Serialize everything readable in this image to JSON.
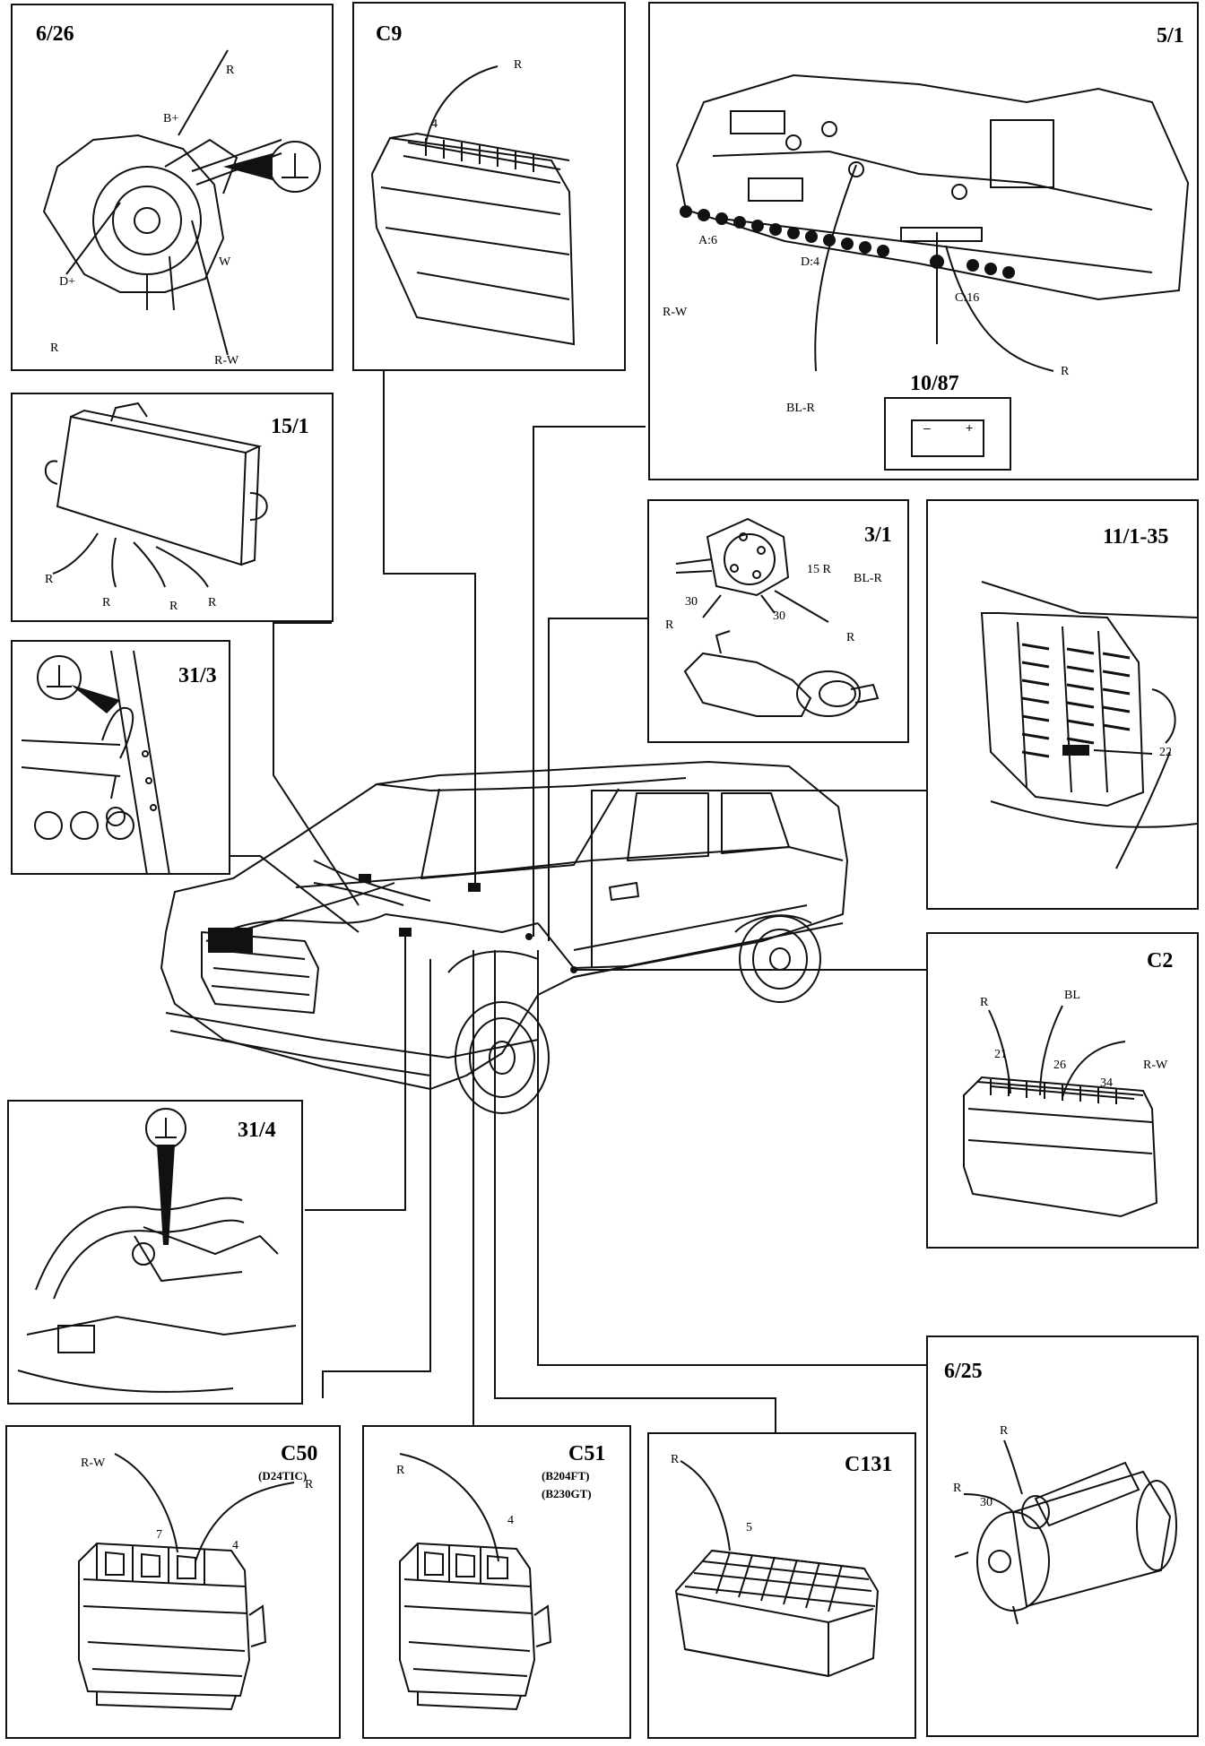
{
  "panels": {
    "p626": {
      "title": "6/26",
      "labels": {
        "r_top": "R",
        "bplus": "B+",
        "dplus": "D+",
        "w": "W",
        "r_bottom": "R",
        "rw": "R-W"
      }
    },
    "pc9": {
      "title": "C9",
      "labels": {
        "r": "R",
        "pin": "4"
      }
    },
    "p51": {
      "title": "5/1",
      "sub": "10/87",
      "labels": {
        "a6": "A:6",
        "d4": "D:4",
        "c16": "C:16",
        "rw": "R-W",
        "blr": "BL-R",
        "r": "R"
      }
    },
    "p151": {
      "title": "15/1",
      "labels": {
        "r1": "R",
        "r2": "R",
        "r3": "R",
        "r4": "R"
      }
    },
    "p313": {
      "title": "31/3"
    },
    "p31": {
      "title": "3/1",
      "labels": {
        "p15r": "15 R",
        "blr": "BL-R",
        "p30a": "30",
        "p30b": "30",
        "r_left": "R",
        "r_right": "R"
      }
    },
    "p1135": {
      "title": "11/1-35",
      "labels": {
        "pin": "22"
      }
    },
    "pc2": {
      "title": "C2",
      "labels": {
        "r": "R",
        "bl": "BL",
        "p21": "21",
        "p26": "26",
        "p34": "34",
        "rw": "R-W"
      }
    },
    "p314": {
      "title": "31/4"
    },
    "p625": {
      "title": "6/25",
      "labels": {
        "r_top": "R",
        "r_left": "R",
        "p30": "30"
      }
    },
    "pc50": {
      "title": "C50",
      "sub": "(D24TIC)",
      "labels": {
        "rw": "R-W",
        "r": "R",
        "p7": "7",
        "p4": "4"
      }
    },
    "pc51": {
      "title": "C51",
      "sub1": "(B204FT)",
      "sub2": "(B230GT)",
      "labels": {
        "r": "R",
        "p4": "4"
      }
    },
    "pc131": {
      "title": "C131",
      "labels": {
        "r": "R",
        "p5": "5"
      }
    }
  },
  "icons": [
    "ground-symbol-icon",
    "battery-icon"
  ],
  "colors": {
    "line": "#111111",
    "background": "#ffffff"
  }
}
